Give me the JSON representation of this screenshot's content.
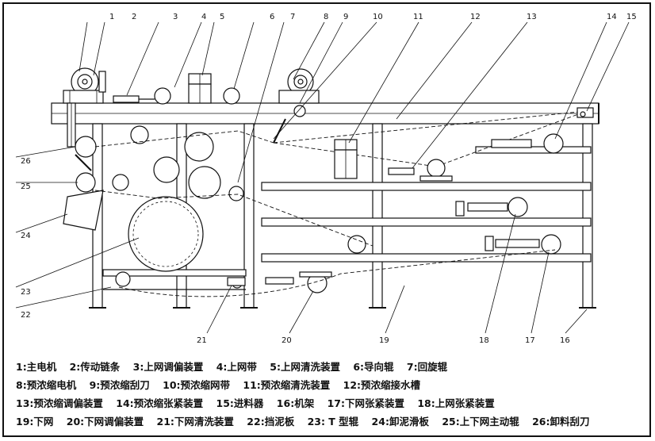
{
  "callouts": [
    {
      "num": "1"
    },
    {
      "num": "2"
    },
    {
      "num": "3"
    },
    {
      "num": "4"
    },
    {
      "num": "5"
    },
    {
      "num": "6"
    },
    {
      "num": "7"
    },
    {
      "num": "8"
    },
    {
      "num": "9"
    },
    {
      "num": "10"
    },
    {
      "num": "11"
    },
    {
      "num": "12"
    },
    {
      "num": "13"
    },
    {
      "num": "14"
    },
    {
      "num": "15"
    },
    {
      "num": "16"
    },
    {
      "num": "17"
    },
    {
      "num": "18"
    },
    {
      "num": "19"
    },
    {
      "num": "20"
    },
    {
      "num": "21"
    },
    {
      "num": "22"
    },
    {
      "num": "23"
    },
    {
      "num": "24"
    },
    {
      "num": "25"
    },
    {
      "num": "26"
    }
  ],
  "legend": [
    [
      "1:主电机",
      "2:传动链条",
      "3:上网调偏装置",
      "4:上网带",
      "5:上网清洗装置",
      "6:导向辊",
      "7:回旋辊"
    ],
    [
      "8:预浓缩电机",
      "9:预浓缩刮刀",
      "10:预浓缩网带",
      "11:预浓缩清洗装置",
      "12:预浓缩接水槽"
    ],
    [
      "13:预浓缩调偏装置",
      "14:预浓缩张紧装置",
      "15:进料器",
      "16:机架",
      "17:下网张紧装置",
      "18:上网张紧装置"
    ],
    [
      "19:下网",
      "20:下网调偏装置",
      "21:下网清洗装置",
      "22:挡泥板",
      "23: T 型辊",
      "24:卸泥滑板",
      "25:上下网主动辊",
      "26:卸料刮刀"
    ]
  ]
}
